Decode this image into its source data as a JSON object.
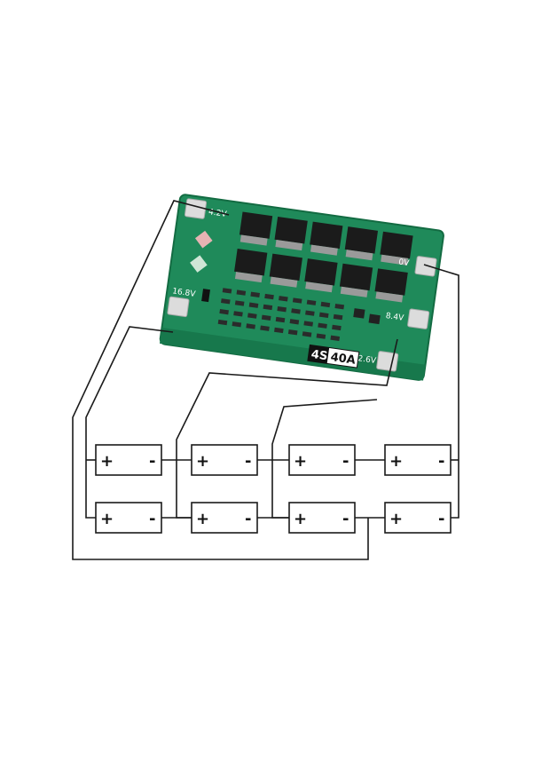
{
  "board": {
    "pads": [
      {
        "id": "b-",
        "label": "4.2V"
      },
      {
        "id": "p1",
        "label": "0V"
      },
      {
        "id": "p2",
        "label": "8.4V"
      },
      {
        "id": "p3",
        "label": "12.6V"
      },
      {
        "id": "p4",
        "label": "16.8V"
      }
    ],
    "badge_series": "4S",
    "badge_current": "40A",
    "colors": {
      "pcb": "#1f8a5a",
      "pcb_dark": "#15663f",
      "mosfet": "#1b1b1b",
      "pad": "#dcdcdc"
    }
  },
  "batteries": {
    "rows": [
      [
        {
          "plus": "+",
          "minus": "-"
        },
        {
          "plus": "+",
          "minus": "-"
        },
        {
          "plus": "+",
          "minus": "-"
        },
        {
          "plus": "+",
          "minus": "-"
        }
      ],
      [
        {
          "plus": "+",
          "minus": "-"
        },
        {
          "plus": "+",
          "minus": "-"
        },
        {
          "plus": "+",
          "minus": "-"
        },
        {
          "plus": "+",
          "minus": "-"
        }
      ]
    ]
  }
}
